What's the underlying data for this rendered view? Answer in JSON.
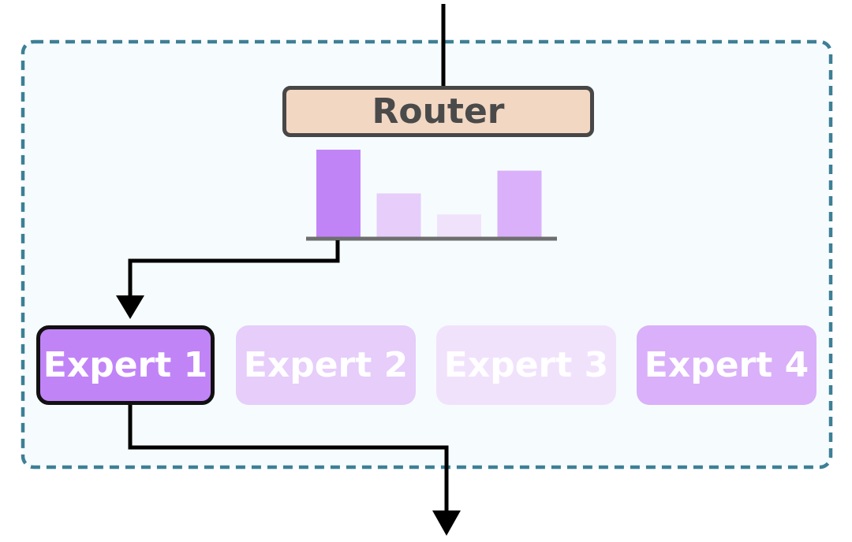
{
  "router": {
    "label": "Router"
  },
  "chart_data": {
    "type": "bar",
    "categories": [
      "Expert 1",
      "Expert 2",
      "Expert 3",
      "Expert 4"
    ],
    "values": [
      0.5,
      0.25,
      0.13,
      0.38
    ],
    "title": "",
    "xlabel": "",
    "ylabel": "",
    "ylim": [
      0,
      0.5
    ],
    "colors": [
      "#c184f7",
      "#e6cdfa",
      "#f1e2fc",
      "#d9b0f9"
    ]
  },
  "experts": [
    {
      "label": "Expert 1",
      "color": "#c184f7",
      "selected": true
    },
    {
      "label": "Expert 2",
      "color": "#e6cdfa",
      "selected": false
    },
    {
      "label": "Expert 3",
      "color": "#f1e2fc",
      "selected": false
    },
    {
      "label": "Expert 4",
      "color": "#d9b0f9",
      "selected": false
    }
  ],
  "colors": {
    "container_border": "#3d7f96",
    "container_fill": "#f6fcfe",
    "router_fill": "#f2d7c3",
    "router_border": "#474747",
    "arrow": "#000000",
    "baseline": "#6e6e6e"
  }
}
